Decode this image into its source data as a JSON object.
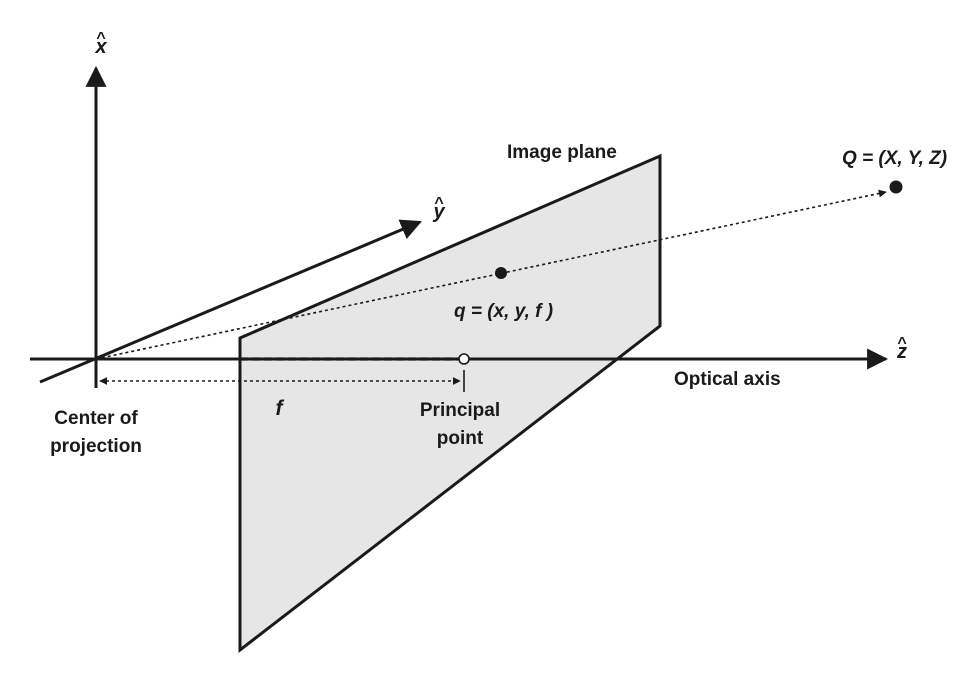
{
  "labels": {
    "x_axis": "x",
    "y_axis": "y",
    "z_axis": "z",
    "hat": "^",
    "image_plane": "Image plane",
    "world_point": "Q = (X, Y, Z)",
    "image_point": "q = (x, y, f )",
    "optical_axis": "Optical axis",
    "center_line1": "Center of",
    "center_line2": "projection",
    "focal": "f",
    "principal_line1": "Principal",
    "principal_line2": "point"
  },
  "colors": {
    "ink": "#1a1a1a",
    "plane_fill": "#e6e6e6",
    "background": "#ffffff"
  }
}
